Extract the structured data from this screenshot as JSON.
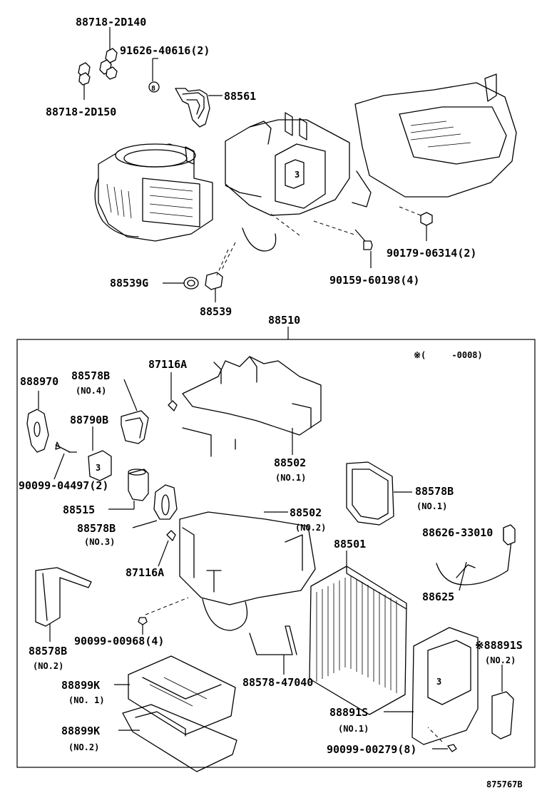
{
  "labels": {
    "p88718_2d140": "88718-2D140",
    "p91626_40616": "91626-40616(2)",
    "p88561": "88561",
    "p88718_2d150": "88718-2D150",
    "p90179_06314": "90179-06314(2)",
    "p88539g": "88539G",
    "p90159_60198": "90159-60198(4)",
    "p88539": "88539",
    "p88510": "88510",
    "note_range": "※(     -0008)",
    "p888970": "888970",
    "p88578b_4": "88578B",
    "n4": "(NO.4)",
    "p87116a_top": "87116A",
    "p88790b": "88790B",
    "p88502_1": "88502",
    "n1_88502": "(NO.1)",
    "p90099_04497": "90099-04497(2)",
    "p88578b_1": "88578B",
    "n1_88578b": "(NO.1)",
    "p88515": "88515",
    "p88502_2": "88502",
    "n2_88502": "(NO.2)",
    "p88578b_3": "88578B",
    "n3": "(NO.3)",
    "p88626_33010": "88626-33010",
    "p88501": "88501",
    "p87116a_bot": "87116A",
    "p88625": "88625",
    "p88891s_2": "※88891S",
    "n2_88891s": "(NO.2)",
    "p88578b_2": "88578B",
    "n2_88578b": "(NO.2)",
    "p90099_00968": "90099-00968(4)",
    "p88578_47040": "88578-47040",
    "p88899k_1": "88899K",
    "n1_88899k": "(NO. 1)",
    "p88891s_1": "88891S",
    "n1_88891s": "(NO.1)",
    "p88899k_2": "88899K",
    "n2_88899k": "(NO.2)",
    "p90099_00279": "90099-00279(8)",
    "figure_id": "875767B"
  },
  "circled_number": "8"
}
